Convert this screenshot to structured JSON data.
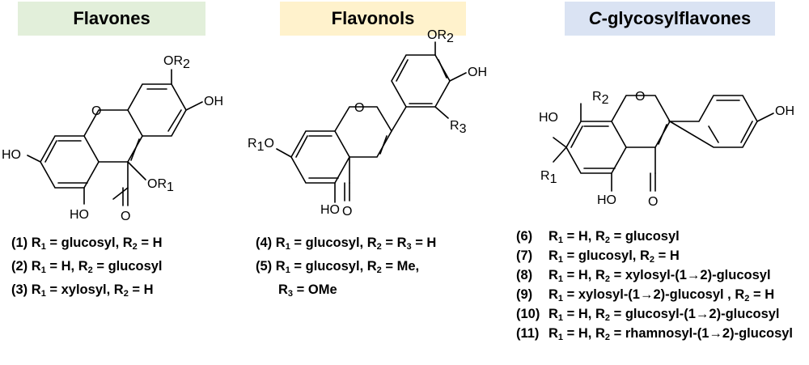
{
  "headers": {
    "flavones": {
      "text": "Flavones",
      "color": "#e2efda"
    },
    "flavonols": {
      "text": "Flavonols",
      "color": "#fff2cc"
    },
    "cglycosyl": {
      "prefix": "C",
      "text": "-glycosylflavones",
      "color": "#dae3f3"
    }
  },
  "molecules": {
    "flavone": {
      "ho7": "HO",
      "o1": "O",
      "ho5": "HO",
      "o4": "O",
      "or1_main": "OR",
      "or1_sub": "1",
      "or2_main": "OR",
      "or2_sub": "2",
      "oh4p": "OH"
    },
    "flavonol": {
      "r1o_r": "R",
      "r1o_sub": "1",
      "r1o_o": "O",
      "o1": "O",
      "ho5": "HO",
      "o4": "O",
      "or2_main": "OR",
      "or2_sub": "2",
      "oh4p": "OH",
      "r3_main": "R",
      "r3_sub": "3"
    },
    "cglyco": {
      "ho7": "HO",
      "o1": "O",
      "ho5": "HO",
      "o4": "O",
      "r2_main": "R",
      "r2_sub": "2",
      "r1_main": "R",
      "r1_sub": "1",
      "oh4p": "OH"
    }
  },
  "legend_flavones": [
    {
      "num": "(1)",
      "r1": "glucosyl",
      "r2": "H"
    },
    {
      "num": "(2)",
      "r1": "H",
      "r2": "glucosyl"
    },
    {
      "num": "(3)",
      "r1": "xylosyl",
      "r2": "H"
    }
  ],
  "legend_flavonols": [
    {
      "num": "(4)",
      "text": " = glucosyl, R",
      "r23": " = R",
      "end": " = H"
    },
    {
      "num": "(5)",
      "r1": "glucosyl",
      "r2": "Me,",
      "r3": "OMe"
    }
  ],
  "legend_cglyco": [
    {
      "num": "(6)",
      "r1": "H",
      "r2": "glucosyl"
    },
    {
      "num": "(7)",
      "r1": "glucosyl",
      "r2": "H"
    },
    {
      "num": "(8)",
      "r1": "H",
      "r2": "xylosyl-(1→2)-glucosyl"
    },
    {
      "num": "(9)",
      "r1": "xylosyl-(1→2)-glucosyl ",
      "r2": "H"
    },
    {
      "num": "(10)",
      "r1": "H",
      "r2": "glucosyl-(1→2)-glucosyl"
    },
    {
      "num": "(11)",
      "r1": "H",
      "r2": "rhamnosyl-(1→2)-glucosyl"
    }
  ],
  "labels": {
    "r": "R",
    "eq": " = ",
    "comma": ", "
  }
}
